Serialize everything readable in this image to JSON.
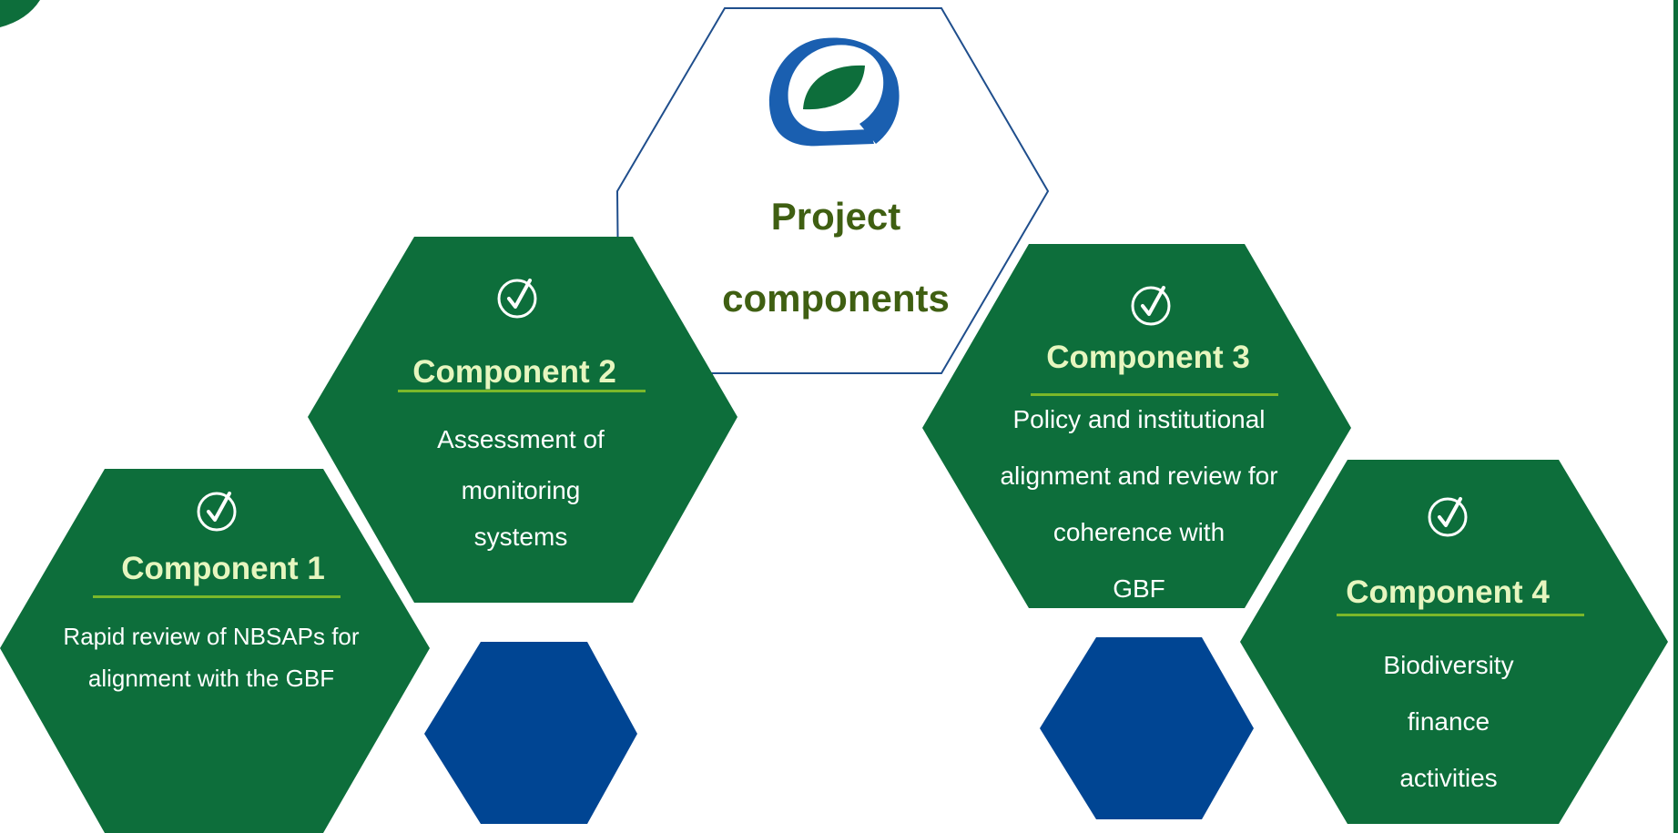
{
  "center": {
    "title_line1": "Project",
    "title_line2": "components"
  },
  "components": [
    {
      "title": "Component 1",
      "description": [
        "Rapid review of NBSAPs for",
        "alignment with the GBF"
      ]
    },
    {
      "title": "Component 2",
      "description": [
        "Assessment of",
        "monitoring",
        "systems"
      ]
    },
    {
      "title": "Component 3",
      "description": [
        "Policy and institutional",
        "alignment and review for",
        "coherence with",
        "GBF"
      ]
    },
    {
      "title": "Component 4",
      "description": [
        "Biodiversity",
        "finance",
        "activities"
      ]
    }
  ],
  "colors": {
    "green_hex": "#0d6e3b",
    "blue_hex": "#004593",
    "outline": "#1f4e8c",
    "title_green": "#3f5f12",
    "accent_light_green": "#e6f6bf",
    "underline_green": "#7bb82a",
    "logo_blue": "#1a5fb0",
    "logo_green": "#0d6e3b"
  },
  "icons": {
    "check": "check-circle-icon",
    "logo": "leaf-logo-icon"
  }
}
